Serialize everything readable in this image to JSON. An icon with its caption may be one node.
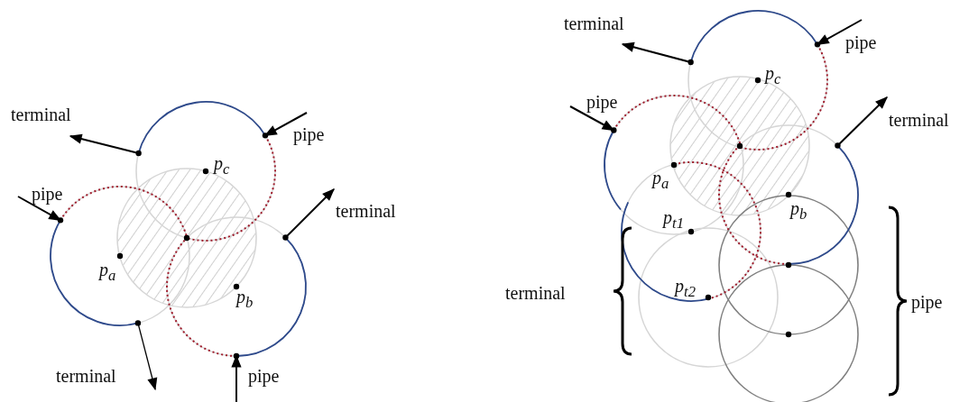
{
  "diagram": {
    "labels": [
      "terminal",
      "pipe",
      "p$_{c}$",
      "pipe",
      "terminal",
      "p$_{a}$",
      "p$_{b}$",
      "terminal",
      "pipe",
      "terminal",
      "pipe",
      "p$_{c}$",
      "pipe",
      "terminal",
      "p$_{a}$",
      "p$_{b}$",
      "p$_{t1}$",
      "terminal",
      "p$_{t2}$",
      "pipe"
    ]
  }
}
